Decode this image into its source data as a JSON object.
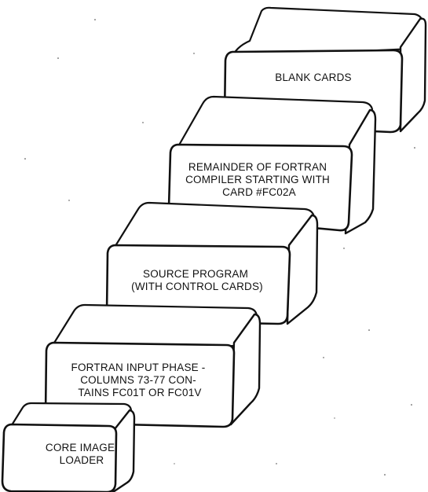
{
  "diagram": {
    "decks": [
      {
        "lines": [
          "BLANK CARDS"
        ]
      },
      {
        "lines": [
          "REMAINDER OF FORTRAN",
          "COMPILER STARTING WITH",
          "CARD #FC02A"
        ]
      },
      {
        "lines": [
          "SOURCE PROGRAM",
          "(WITH CONTROL CARDS)"
        ]
      },
      {
        "lines": [
          "FORTRAN INPUT PHASE -",
          "COLUMNS 73-77 CON-",
          "TAINS FC01T OR FC01V"
        ]
      },
      {
        "lines": [
          "CORE IMAGE",
          "LOADER"
        ]
      }
    ]
  }
}
